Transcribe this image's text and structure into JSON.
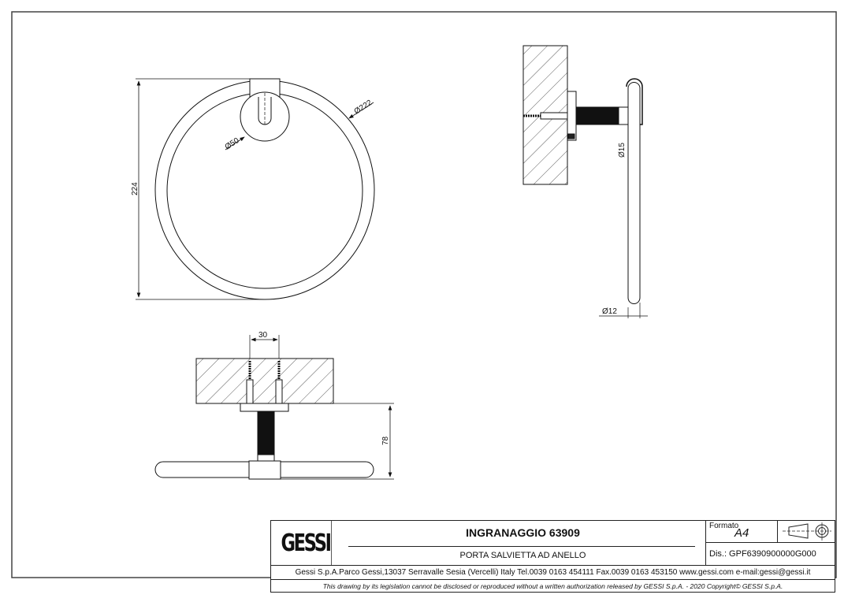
{
  "drawing": {
    "front_view": {
      "height_dim": "224",
      "ring_dim": "Ø222",
      "rosette_dim": "Ø50"
    },
    "side_view": {
      "post_dim": "Ø15",
      "tube_dim": "Ø12"
    },
    "top_view": {
      "spacing_dim": "30",
      "projection_dim": "78"
    }
  },
  "title_block": {
    "logo": "GESSI",
    "title": "INGRANAGGIO 63909",
    "subtitle": "PORTA SALVIETTA AD ANELLO",
    "format_label": "Formato",
    "format_value": "A4",
    "projection_symbol": "first-angle-projection-icon",
    "drawing_number": "Dis.: GPF6390900000G000",
    "address": "Gessi S.p.A.Parco Gessi,13037 Serravalle Sesia (Vercelli) Italy Tel.0039 0163 454111 Fax.0039 0163 453150 www.gessi.com e-mail:gessi@gessi.it",
    "disclaimer": "This drawing by its legislation cannot be disclosed or reproduced without a written authorization released by GESSI S.p.A. - 2020 Copyright© GESSI S.p.A."
  }
}
